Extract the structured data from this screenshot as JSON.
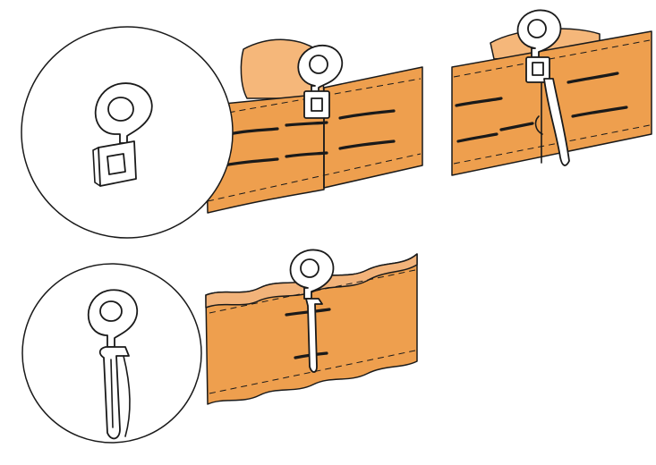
{
  "colors": {
    "tape_fill": "#ee9f4e",
    "tape_fill_light": "#f5b77a",
    "tape_shadow": "#f2b37a",
    "outline": "#1a1a1a",
    "hook_fill": "#ffffff",
    "background": "#ffffff"
  },
  "panels": [
    {
      "id": "glider-hook-with-slot-inset",
      "icon": "glider-ring-with-square-slot"
    },
    {
      "id": "glider-hook-slot-on-tape",
      "icon": "ring-hook-through-slot"
    },
    {
      "id": "glider-hook-with-pin-on-tape",
      "icon": "ring-hook-with-pleat-pin"
    },
    {
      "id": "glider-hook-with-pin-inset",
      "icon": "glider-ring-with-long-pin"
    }
  ]
}
